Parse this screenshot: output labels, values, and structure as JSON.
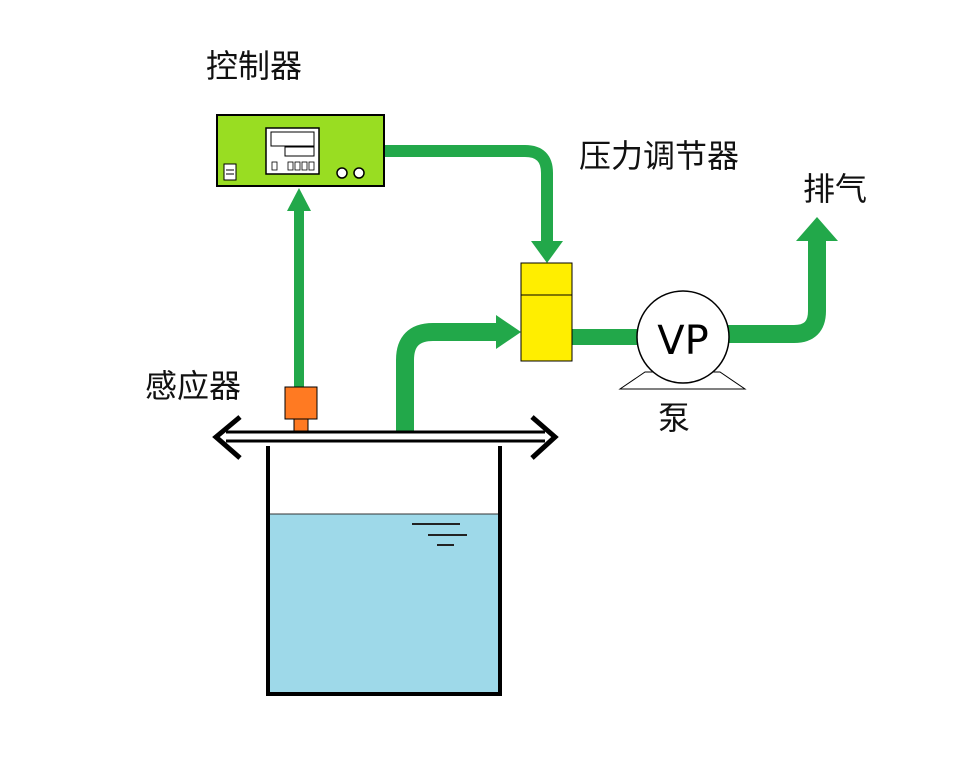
{
  "labels": {
    "controller": "控制器",
    "pressure_regulator": "压力调节器",
    "exhaust": "排气",
    "sensor": "感应器",
    "pump": "泵",
    "pump_symbol": "VP"
  },
  "colors": {
    "pipe": "#22a84a",
    "controller_body": "#99dd22",
    "regulator": "#ffee00",
    "sensor": "#ff7a22",
    "liquid": "#9ed9e9",
    "outline": "#000000"
  }
}
